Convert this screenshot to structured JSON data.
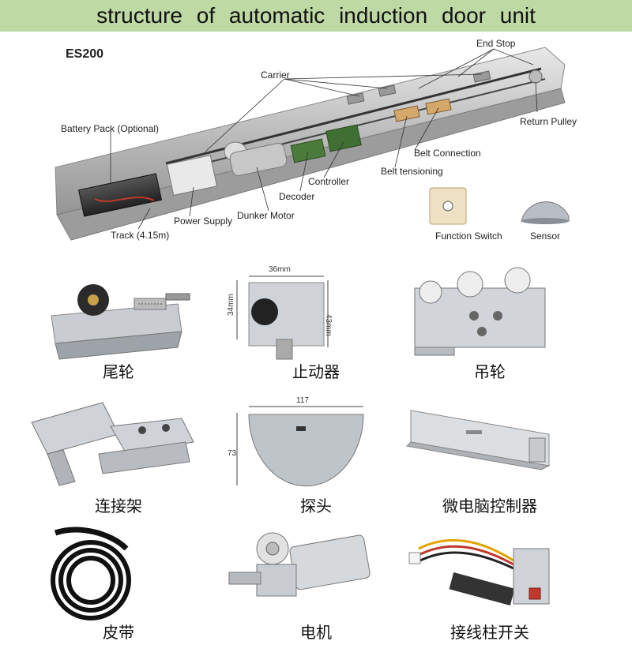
{
  "header": {
    "title": "structure of automatic induction door unit"
  },
  "diagram": {
    "model": "ES200",
    "labels": {
      "end_stop": "End Stop",
      "carrier": "Carrier",
      "battery_pack": "Battery Pack (Optional)",
      "return_pulley": "Return Pulley",
      "belt_connection": "Belt Connection",
      "belt_tensioning": "Belt tensioning",
      "controller": "Controller",
      "decoder": "Decoder",
      "power_supply": "Power Supply",
      "dunker_motor": "Dunker Motor",
      "track": "Track (4.15m)",
      "function_switch": "Function Switch",
      "sensor": "Sensor"
    }
  },
  "parts": {
    "tail_wheel": "尾轮",
    "stopper": "止动器",
    "hanging_wheel": "吊轮",
    "connector_bracket": "连接架",
    "probe": "探头",
    "controller": "微电脑控制器",
    "belt": "皮带",
    "motor": "电机",
    "terminal_switch": "接线柱开关"
  },
  "dimensions": {
    "stopper_width": "36mm",
    "stopper_height_left": "34mm",
    "stopper_height_right": "43mm",
    "probe_width": "117",
    "probe_height": "73"
  }
}
